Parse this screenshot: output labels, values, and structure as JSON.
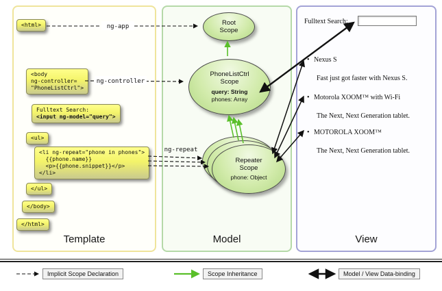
{
  "panels": {
    "template": {
      "label": "Template"
    },
    "model": {
      "label": "Model"
    },
    "view": {
      "label": "View"
    }
  },
  "arrow_labels": {
    "ng_app": "ng-app",
    "ng_controller": "ng-controller",
    "ng_repeat": "ng-repeat"
  },
  "template_code": {
    "html_open": "<html>",
    "body_open": "<body\nng-controller=\n\"PhoneListCtrl\">",
    "fulltext_label": "Fulltext Search:",
    "fulltext_input": "<input ng-model=\"query\">",
    "ul_open": "<ul>",
    "li_repeat": "<li ng-repeat=\"phone in phones\">\n  {{phone.name}}\n  <p>{{phone.snippet}}</p>\n</li>",
    "ul_close": "</ul>",
    "body_close": "</body>",
    "html_close": "</html>"
  },
  "model": {
    "root_scope": {
      "title": "Root\nScope"
    },
    "phonelist_scope": {
      "title": "PhoneListCtrl\nScope",
      "field_query": "query: String",
      "field_phones": "phones: Array"
    },
    "repeater_scope": {
      "title": "Repeater\nScope",
      "field_phone": "phone: Object"
    }
  },
  "view": {
    "fulltext_label": "Fulltext Search:",
    "search_value": "",
    "items": [
      {
        "title": "Nexus S",
        "description": "Fast just got faster with Nexus S."
      },
      {
        "title": "Motorola XOOM™ with Wi-Fi",
        "description": "The Next, Next Generation tablet."
      },
      {
        "title": "MOTOROLA XOOM™",
        "description": "The Next, Next Generation tablet."
      }
    ]
  },
  "legend": {
    "implicit": "Implicit Scope Declaration",
    "inheritance": "Scope Inheritance",
    "binding": "Model / View Data-binding"
  },
  "colors": {
    "code_box_yellow": "#f4f46a",
    "scope_green": "#c8e6a0",
    "inheritance_green": "#5abf2a",
    "template_border": "#efe49b",
    "model_border": "#b5d9a8",
    "view_border": "#a3a3d6"
  }
}
